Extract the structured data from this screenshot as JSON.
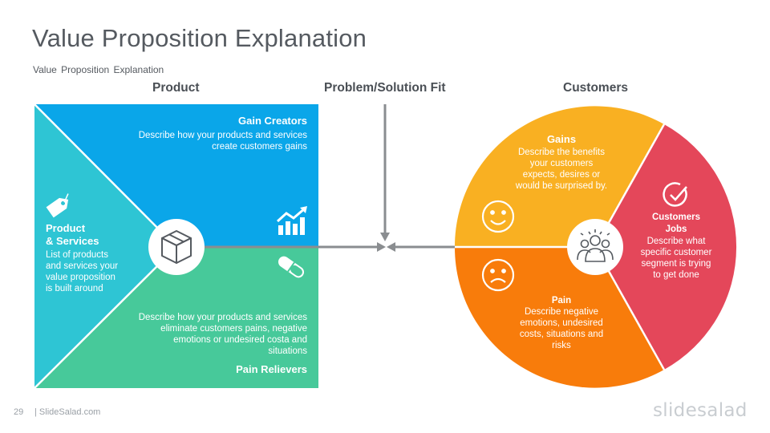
{
  "title": "Value Proposition Explanation",
  "subtitle": "Value Proposition  Explanation",
  "headers": {
    "product": "Product",
    "fit": "Problem/Solution Fit",
    "customers": "Customers"
  },
  "product": {
    "gain_creators": {
      "title": "Gain Creators",
      "lines": [
        "Describe how your products and services",
        "create customers  gains"
      ]
    },
    "products_services": {
      "title_lines": [
        "Product",
        "& Services"
      ],
      "lines": [
        "List of products",
        "and services  your",
        "value proposition",
        "is built around"
      ]
    },
    "pain_relievers": {
      "title": "Pain Relievers",
      "lines": [
        "Describe how your products and services",
        "eliminate customers pains, negative",
        "emotions or undesired costa  and",
        "situations"
      ]
    }
  },
  "customers": {
    "gains": {
      "title": "Gains",
      "lines": [
        "Describe the benefits",
        "your customers",
        "expects, desires or",
        "would be surprised by."
      ]
    },
    "pain": {
      "title": "Pain",
      "lines": [
        "Describe negative",
        "emotions, undesired",
        "costs, situations and",
        "risks"
      ]
    },
    "jobs": {
      "title_lines": [
        "Customers",
        "Jobs"
      ],
      "lines": [
        "Describe what",
        "specific customer",
        "segment is trying",
        "to get done"
      ]
    }
  },
  "footer": {
    "page_number": "29",
    "site": "| SlideSalad.com",
    "logo": "slidesalad"
  },
  "colors": {
    "blue": "#0aa6e9",
    "teal": "#2ec5d4",
    "green": "#47c99a",
    "yellow": "#f9b022",
    "orange": "#f87c0b",
    "red": "#e4475a",
    "line": "#8a8d90"
  },
  "icons": [
    "tag-icon",
    "box-icon",
    "chart-up-icon",
    "pill-icon",
    "smile-icon",
    "frown-icon",
    "group-icon",
    "check-circle-icon"
  ]
}
